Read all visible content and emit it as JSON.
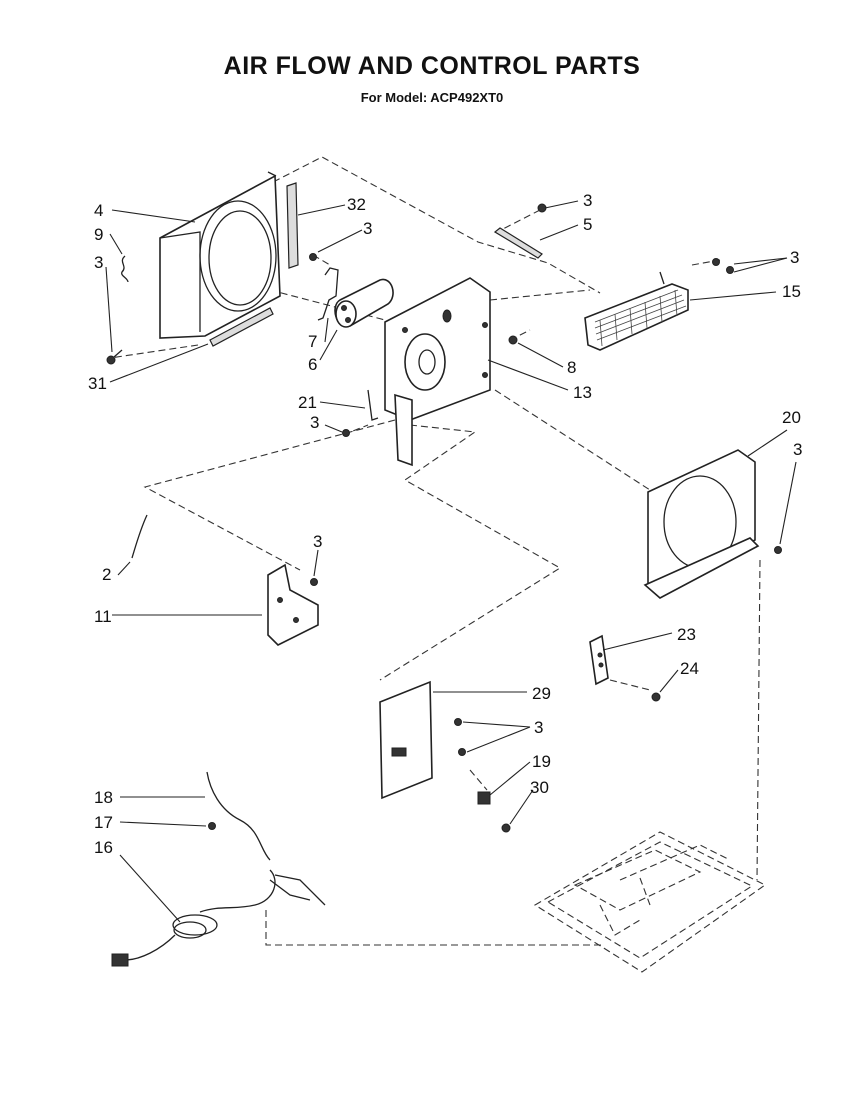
{
  "header": {
    "title": "AIR FLOW AND CONTROL PARTS",
    "subtitle": "For Model: ACP492XT0"
  },
  "callouts": {
    "c4": "4",
    "c9": "9",
    "c3a": "3",
    "c31": "31",
    "c32": "32",
    "c3b": "3",
    "c7": "7",
    "c6": "6",
    "c3c": "3",
    "c5": "5",
    "c3d": "3",
    "c15": "15",
    "c8": "8",
    "c13": "13",
    "c21": "21",
    "c3e": "3",
    "c20": "20",
    "c3f": "3",
    "c2": "2",
    "c3g": "3",
    "c11": "11",
    "c23": "23",
    "c24": "24",
    "c29": "29",
    "c3h": "3",
    "c19": "19",
    "c30": "30",
    "c18": "18",
    "c17": "17",
    "c16": "16"
  }
}
